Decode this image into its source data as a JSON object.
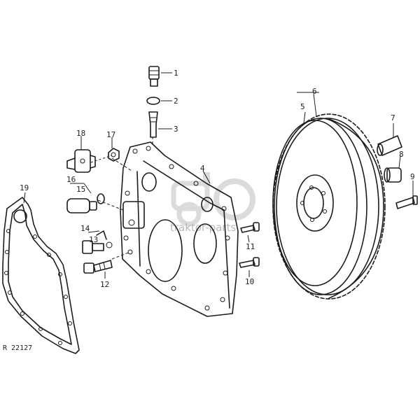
{
  "diagram": {
    "reference_code": "R 22127",
    "watermark_text": "traktor-parts",
    "callouts": [
      "1",
      "2",
      "3",
      "4",
      "5",
      "6",
      "7",
      "8",
      "9",
      "10",
      "11",
      "12",
      "13",
      "14",
      "15",
      "16",
      "17",
      "18",
      "19"
    ],
    "colors": {
      "ink": "#1c1c1c",
      "paper": "#ffffff",
      "watermark": "#b9b9b9"
    }
  }
}
